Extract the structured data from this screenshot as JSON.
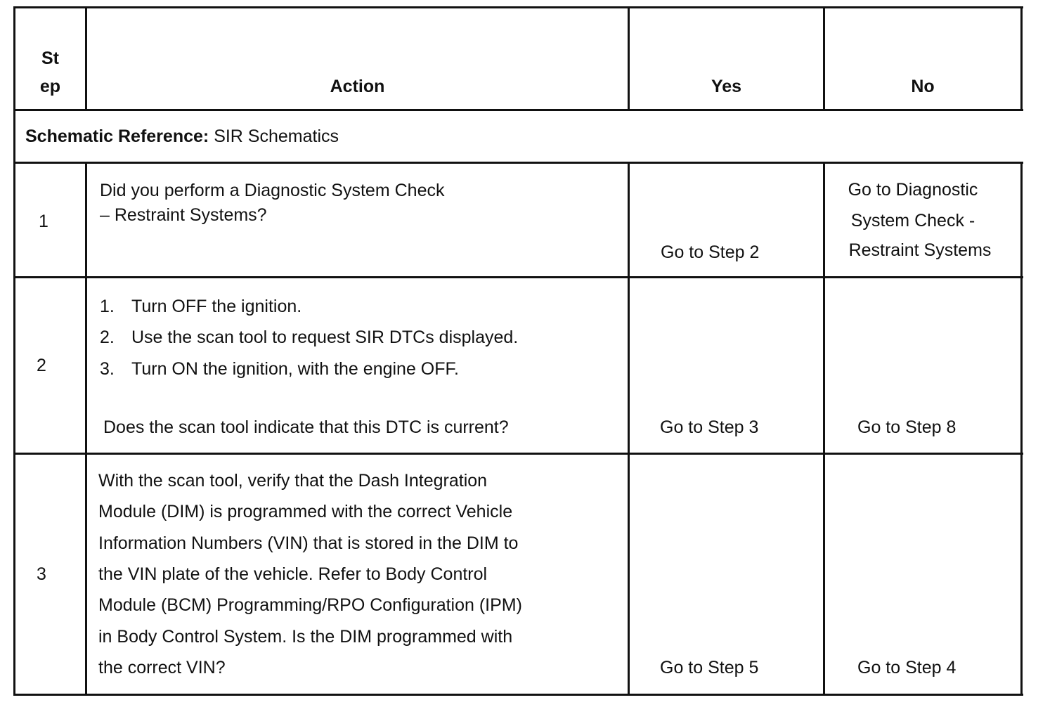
{
  "header": {
    "step": [
      "St",
      "ep"
    ],
    "action": "Action",
    "yes": "Yes",
    "no": "No"
  },
  "schematic": {
    "label": "Schematic Reference:",
    "value": "SIR Schematics"
  },
  "rows": [
    {
      "step": "1",
      "action_lines": [
        "Did you perform a Diagnostic System Check",
        "– Restraint Systems?"
      ],
      "yes": "Go to Step 2",
      "no_lines": [
        "Go to Diagnostic",
        "System Check -",
        "Restraint Systems"
      ]
    },
    {
      "step": "2",
      "list": [
        {
          "num": "1.",
          "text": "Turn OFF the ignition."
        },
        {
          "num": "2.",
          "text": "Use the scan tool to request SIR DTCs displayed."
        },
        {
          "num": "3.",
          "text": "Turn ON the ignition, with the engine OFF."
        }
      ],
      "question": "Does the scan tool indicate that this DTC is current?",
      "yes": "Go to Step 3",
      "no": "Go to Step 8"
    },
    {
      "step": "3",
      "action_lines": [
        "With the scan tool, verify that the Dash Integration",
        "Module (DIM) is programmed with the correct Vehicle",
        "Information Numbers (VIN) that is stored in the DIM to",
        "the VIN plate of the vehicle. Refer to Body Control",
        "Module (BCM) Programming/RPO Configuration (IPM)",
        "in Body Control System. Is the DIM programmed with",
        "the correct VIN?"
      ],
      "yes": "Go to Step 5",
      "no": "Go to Step 4"
    }
  ]
}
